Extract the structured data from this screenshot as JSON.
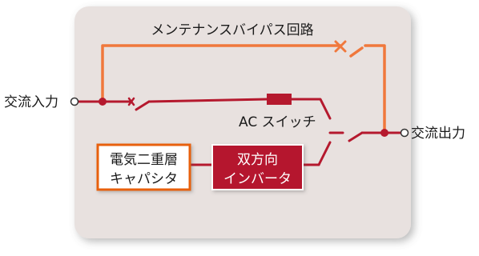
{
  "labels": {
    "bypass": "メンテナンスバイパス回路",
    "input": "交流入力",
    "output": "交流出力",
    "ac_switch": "AC スイッチ"
  },
  "boxes": {
    "capacitor_line1": "電気二重層",
    "capacitor_line2": "キャパシタ",
    "inverter_line1": "双方向",
    "inverter_line2": "インバータ"
  },
  "colors": {
    "orange_line": "#f0783c",
    "red_line": "#b5192e",
    "inverter_fill": "#b5192e",
    "capacitor_border": "#e8610f",
    "panel_bg": "#e8e1df"
  }
}
